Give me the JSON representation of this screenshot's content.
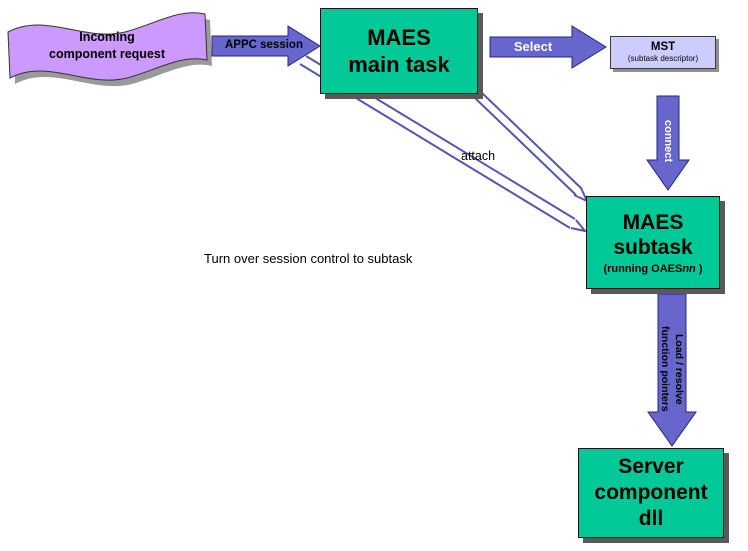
{
  "colors": {
    "box_green": "#00c896",
    "arrow_blue": "#6666cc",
    "arrow_outline": "#26267f",
    "line_arrow_blue": "#5656b0",
    "banner_purple": "#cc99ff",
    "mst_lavender": "#ccccff",
    "shadow_gray": "#595959"
  },
  "banner": {
    "text": "Incoming\ncomponent request"
  },
  "arrows": {
    "appc": {
      "label": "APPC session"
    },
    "select": {
      "label": "Select"
    },
    "connect": {
      "label": "connect"
    },
    "attach": {
      "label": "attach"
    },
    "turnover": {
      "label": "Turn over session control to subtask"
    },
    "load_resolve": {
      "label": "Load / resolve\nfunction pointers"
    }
  },
  "boxes": {
    "main_task": {
      "title": "MAES\nmain task"
    },
    "mst": {
      "title": "MST",
      "subtitle": "(subtask descriptor)"
    },
    "subtask": {
      "title": "MAES\nsubtask",
      "subtitle_prefix": "(running OAES",
      "subtitle_italic": "nn",
      "subtitle_suffix": " )"
    },
    "server": {
      "title": "Server\ncomponent\ndll"
    }
  }
}
